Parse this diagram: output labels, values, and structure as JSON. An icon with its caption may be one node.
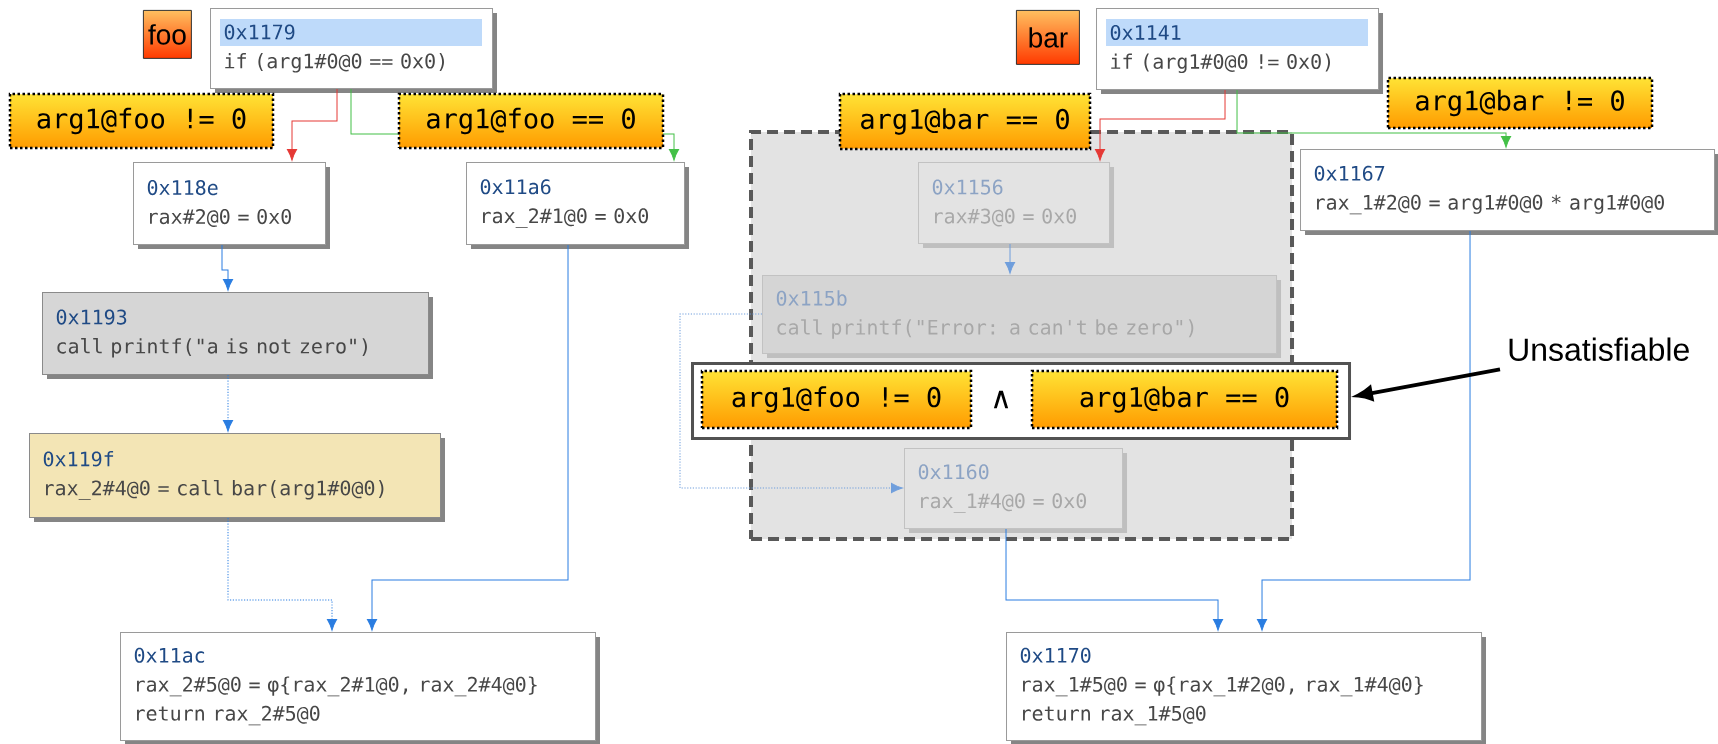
{
  "diagram": {
    "nodes": [
      {
        "text": [
          "foo"
        ]
      },
      {
        "text": [
          "0x1179",
          "if (arg1#0@0 == 0x0)"
        ]
      },
      {
        "text": [
          "bar"
        ]
      },
      {
        "text": [
          "0x1141",
          "if (arg1#0@0 != 0x0)"
        ]
      },
      {
        "text": [
          "0x118e",
          "rax#2@0 = 0x0"
        ]
      },
      {
        "text": [
          "0x11a6",
          "rax_2#1@0 = 0x0"
        ]
      },
      {
        "text": [],
        "shape": "box"
      },
      {
        "text": [
          "0x1156",
          "rax#3@0 = 0x0"
        ],
        "in": 6
      },
      {
        "text": [
          "0x1167",
          "rax_1#2@0 = arg1#0@0 * arg1#0@0"
        ]
      },
      {
        "text": [
          "0x1193",
          "call printf(\"a is not zero\")"
        ]
      },
      {
        "text": [
          "0x115b",
          "call printf(\"Error: a can't be zero\")"
        ],
        "in": 6
      },
      {
        "text": [
          "Unsatisfiable"
        ]
      },
      {
        "text": [
          "arg1@foo != 0",
          "∧",
          "arg1@bar == 0"
        ]
      },
      {
        "text": [
          "0x119f",
          "rax_2#4@0 = call bar(arg1#0@0)"
        ]
      },
      {
        "text": [
          "0x1160",
          "rax_1#4@0 = 0x0"
        ],
        "in": 6
      },
      {
        "text": [
          "0x11ac",
          "rax_2#5@0 = φ{rax_2#1@0, rax_2#4@0}",
          "return rax_2#5@0"
        ]
      },
      {
        "text": [
          "0x1170",
          "rax_1#5@0 = φ{rax_1#2@0, rax_1#4@0}",
          "return rax_1#5@0"
        ]
      }
    ],
    "edges": [
      {
        "from": 1,
        "to": 4,
        "arrow": "to",
        "color": "#e53935",
        "label": "arg1@foo != 0"
      },
      {
        "from": 1,
        "to": 5,
        "arrow": "to",
        "color": "#43c047",
        "label": "arg1@foo == 0"
      },
      {
        "from": 3,
        "to": 7,
        "arrow": "to",
        "color": "#e53935",
        "label": "arg1@bar == 0"
      },
      {
        "from": 3,
        "to": 8,
        "arrow": "to",
        "color": "#43c047",
        "label": "arg1@bar != 0"
      },
      {
        "from": 4,
        "to": 9,
        "arrow": "to"
      },
      {
        "from": 9,
        "to": 13,
        "arrow": "to",
        "style": "dashed"
      },
      {
        "from": 13,
        "to": 15,
        "arrow": "to",
        "style": "dashed"
      },
      {
        "from": 5,
        "to": 15,
        "arrow": "to"
      },
      {
        "from": 7,
        "to": 10,
        "arrow": "to",
        "color": "#6f9edc"
      },
      {
        "from": 10,
        "to": 14,
        "arrow": "to",
        "style": "dashed",
        "color": "#6f9edc"
      },
      {
        "from": 14,
        "to": 16,
        "arrow": "to"
      },
      {
        "from": 8,
        "to": 16,
        "arrow": "to"
      },
      {
        "from": 11,
        "to": 12,
        "arrow": "to",
        "style": "thick",
        "color": "#000000"
      }
    ]
  }
}
